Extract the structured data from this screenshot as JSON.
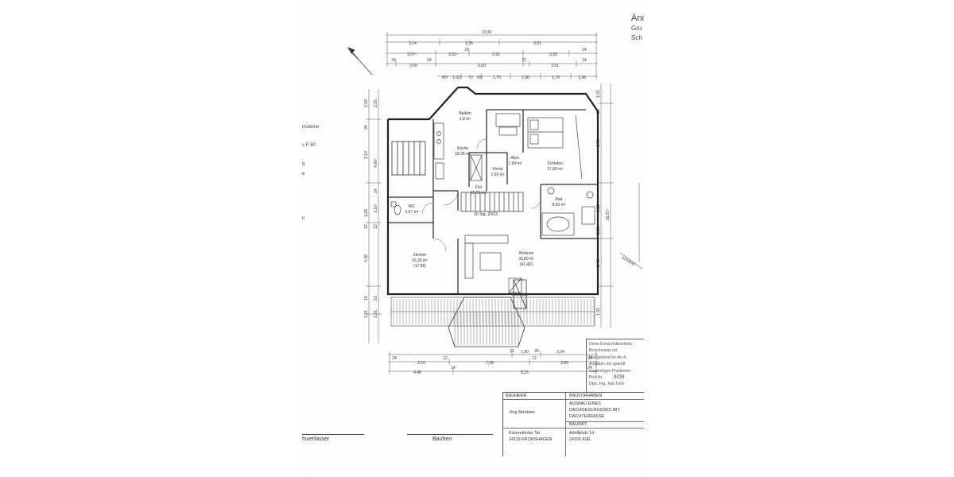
{
  "header_notes": [
    "Änd",
    "Gru",
    "Sch"
  ],
  "left_notes": [
    "rnsteine",
    "s F 90",
    "g",
    "e",
    "n"
  ],
  "dimensions_top": {
    "row1": [
      "13,00"
    ],
    "row2": [
      "3,14",
      "2,35",
      "3,31"
    ],
    "row3": [
      "3,07⁵",
      "2,61⁵",
      "2,91",
      "3,93",
      "23",
      "24"
    ],
    "row4": [
      "24",
      "2,66",
      "24",
      "5,69",
      "12",
      "3,61",
      "24"
    ],
    "row5": [
      "80⁵",
      "1,02⁵",
      "72",
      "63",
      "1,70",
      "1,90",
      "1,70",
      "1,38"
    ]
  },
  "dimensions_left": [
    "2,09",
    "2,25",
    "3,14",
    "4,80⁵",
    "3,16⁵",
    "1,29",
    "4,49",
    "1,91",
    "1,91",
    "24",
    "24",
    "12",
    "12",
    "18",
    "18"
  ],
  "dimensions_right": [
    "1,61",
    "1,70",
    "1,52",
    "1,15",
    "1,42⁵",
    "15,27⁵",
    "23",
    "1,91"
  ],
  "dimensions_bottom": {
    "row1": [
      "25",
      "1,00",
      "25",
      "3,24"
    ],
    "row2": [
      "24",
      "2,10",
      "12",
      "7,38",
      "12",
      "2,80",
      "24"
    ],
    "row3": [
      "4,46",
      "14",
      "8,16",
      "24"
    ]
  },
  "rooms": [
    {
      "name": "Balkon",
      "area": "1,8 m²"
    },
    {
      "name": "Küche",
      "area": "18,06 m²"
    },
    {
      "name": "Vorrat",
      "area": "1,60 m²"
    },
    {
      "name": "Abst.",
      "area": "1,94 m²"
    },
    {
      "name": "Schlafen",
      "area": "17,80 m²"
    },
    {
      "name": "Flur",
      "area": "11,09 m2"
    },
    {
      "name": "Bad",
      "area": "8,60 m²"
    },
    {
      "name": "WC",
      "area": "2,57 m²"
    },
    {
      "name": "Zimmer",
      "area": "16,39 m²",
      "alt": "(17,55)"
    },
    {
      "name": "Wohnen",
      "area": "39,80 m²",
      "alt": "(41,40)"
    }
  ],
  "stair_label": "16 Stg. 20/23",
  "chimney_label": "Schorn-stein",
  "right_edge_label": "Sichtlinie",
  "stamp": {
    "lines": [
      "Diese Entwurfsbearbeitu",
      "Berechnung vor,",
      "Maßgebend für die A",
      "Angaben der geprüft",
      "zugehörigen Positionen"
    ],
    "pruef_label": "Prüf-Nr.",
    "pruef_value": "9/08",
    "engineer": "Dipl.-Ing. Kai Treb"
  },
  "title_block": {
    "bauherr_label": "BAUHERR",
    "bauherr_name": "Jörg Moritzen",
    "bauherr_street": "Eckernförder Str.",
    "bauherr_city": "24119 KRONSHAGEN",
    "vorhaben_label": "BAUVORHABEN",
    "vorhaben_lines": [
      "AUSBAU EINES",
      "DACHGESCHOSSES MIT",
      "DACHTERRASSE"
    ],
    "bauort_label": "BAUORT:",
    "bauort_street": "Adolfplatz 14",
    "bauort_city": "24105 KIEL"
  },
  "signatures": {
    "left": "fsverfasser",
    "right": "Bauherr"
  }
}
